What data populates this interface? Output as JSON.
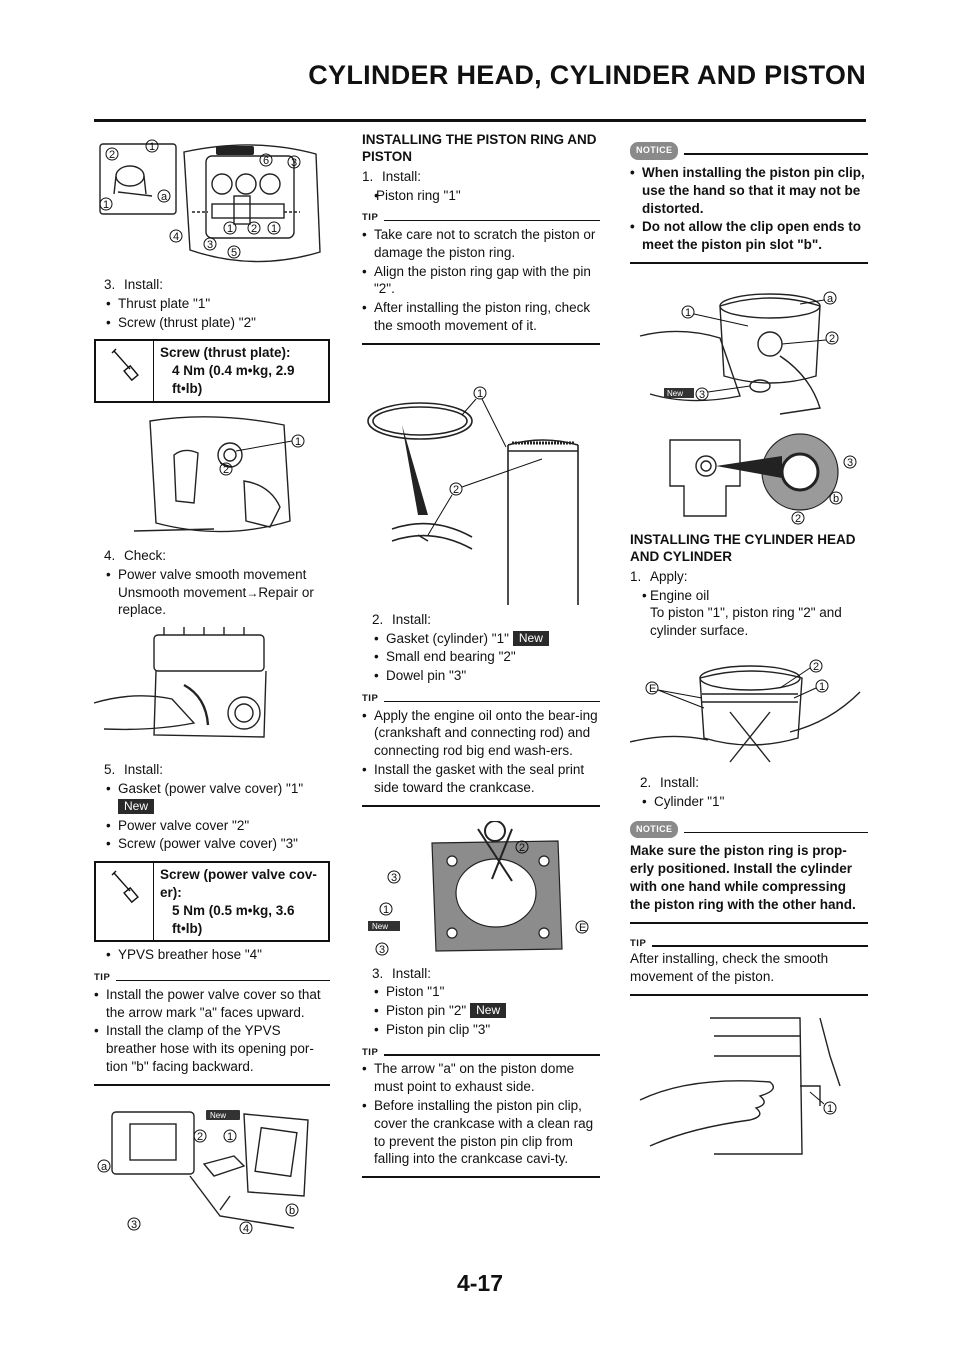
{
  "header": {
    "title": "CYLINDER HEAD, CYLINDER AND PISTON"
  },
  "page_number": "4-17",
  "labels": {
    "tip": "TIP",
    "notice": "NOTICE",
    "new": "New"
  },
  "col1": {
    "step3": {
      "num": "3.",
      "title": "Install:",
      "items": [
        "Thrust plate \"1\"",
        "Screw (thrust plate) \"2\""
      ]
    },
    "torque1": {
      "title": "Screw (thrust plate):",
      "value": "4 Nm (0.4 m•kg, 2.9 ft•lb)"
    },
    "step4": {
      "num": "4.",
      "title": "Check:",
      "item": "Power valve smooth movement",
      "sub_a": "Unsmooth movement",
      "sub_b": "Repair or replace."
    },
    "step5": {
      "num": "5.",
      "title": "Install:",
      "item1": "Gasket (power valve cover) \"1\"",
      "item2": "Power valve cover \"2\"",
      "item3": "Screw (power valve cover) \"3\"",
      "item4": "YPVS breather hose \"4\""
    },
    "torque2": {
      "title": "Screw (power valve cov-er):",
      "value": "5 Nm (0.5 m•kg, 3.6 ft•lb)"
    },
    "tip": {
      "items": [
        "Install the power valve cover so that the arrow mark \"a\" faces upward.",
        "Install the clamp of the YPVS breather hose with its opening por-tion \"b\" facing backward."
      ]
    }
  },
  "col2": {
    "heading": "INSTALLING THE PISTON RING AND PISTON",
    "step1": {
      "num": "1.",
      "title": "Install:",
      "item": "Piston ring \"1\""
    },
    "tip1": {
      "items": [
        "Take care not to scratch the piston or damage the piston ring.",
        "Align the piston ring gap with the pin \"2\".",
        "After installing the piston ring, check the smooth movement of it."
      ]
    },
    "step2": {
      "num": "2.",
      "title": "Install:",
      "item1": "Gasket (cylinder) \"1\"",
      "item2": "Small end bearing \"2\"",
      "item3": "Dowel pin \"3\""
    },
    "tip2": {
      "items": [
        "Apply the engine oil onto the bear-ing (crankshaft and connecting rod) and connecting rod big end wash-ers.",
        "Install the gasket with the seal print side toward the crankcase."
      ]
    },
    "step3": {
      "num": "3.",
      "title": "Install:",
      "item1": "Piston \"1\"",
      "item2": "Piston pin \"2\"",
      "item3": "Piston pin clip \"3\""
    },
    "tip3": {
      "items": [
        "The arrow \"a\" on the piston dome must point to exhaust side.",
        "Before installing the piston pin clip, cover the crankcase with a clean rag to prevent the piston pin clip from falling into the crankcase cavi-ty."
      ]
    }
  },
  "col3": {
    "notice1": {
      "items": [
        "When installing the piston pin clip, use the hand so that it may not be distorted.",
        "Do not allow the clip open ends to meet the piston pin slot \"b\"."
      ]
    },
    "heading": "INSTALLING THE CYLINDER HEAD AND CYLINDER",
    "step1": {
      "num": "1.",
      "title": "Apply:",
      "item": "Engine oil",
      "sub": "To piston \"1\", piston ring \"2\" and cylinder surface."
    },
    "step2": {
      "num": "2.",
      "title": "Install:",
      "item": "Cylinder \"1\""
    },
    "notice2": {
      "text": "Make sure the piston ring is prop-erly positioned. Install the cylinder with one hand while compressing the piston ring with the other hand."
    },
    "tip": {
      "text": "After installing, check the smooth movement of the piston."
    }
  }
}
